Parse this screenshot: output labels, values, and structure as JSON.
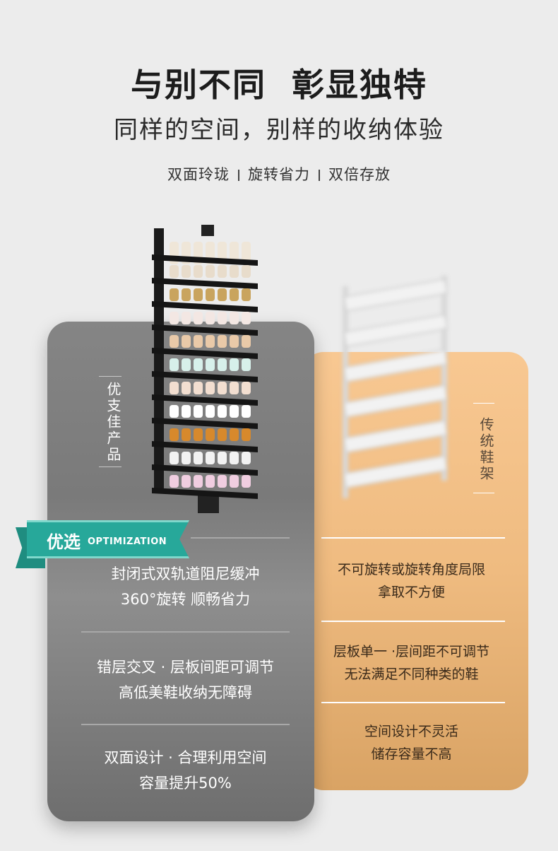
{
  "header": {
    "title": "与别不同  彰显独特",
    "subtitle": "同样的空间，别样的收纳体验",
    "tags": [
      "双面玲珑",
      "旋转省力",
      "双倍存放"
    ]
  },
  "left_card": {
    "vertical_label": "优支佳产品",
    "badge": {
      "cn": "优选",
      "en": "OPTIMIZATION"
    },
    "features": [
      [
        "封闭式双轨道阻尼缓冲",
        "360°旋转 顺畅省力"
      ],
      [
        "错层交叉 · 层板间距可调节",
        "高低美鞋收纳无障碍"
      ],
      [
        "双面设计 · 合理利用空间",
        "容量提升50%"
      ]
    ]
  },
  "right_card": {
    "vertical_label": "传统鞋架",
    "features": [
      [
        "不可旋转或旋转角度局限",
        "拿取不方便"
      ],
      [
        "层板单一 ·层间距不可调节",
        "无法满足不同种类的鞋"
      ],
      [
        "空间设计不灵活",
        "储存容量不高"
      ]
    ]
  },
  "colors": {
    "accent": "#27a89a",
    "left_card": "#7f7f7f",
    "right_card": "#f0bc82"
  },
  "images": {
    "product": "rotating-shoe-rack",
    "traditional": "white-shoe-rack-blurred"
  }
}
